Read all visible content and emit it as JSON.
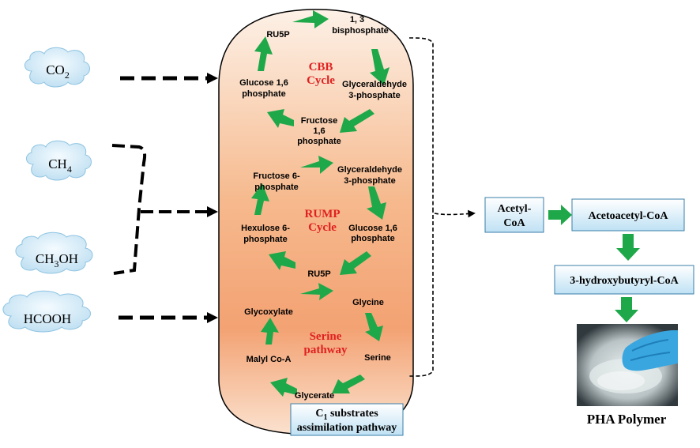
{
  "substrates": {
    "co2": {
      "main": "CO",
      "sub": "2"
    },
    "ch4": {
      "main": "CH",
      "sub": "4"
    },
    "ch3oh": {
      "pre": "CH",
      "sub": "3",
      "post": "OH"
    },
    "hcooh": "HCOOH"
  },
  "cbb": {
    "cycle_line1": "CBB",
    "cycle_line2": "Cycle",
    "ru5p": "RU5P",
    "bisphosphate_line1": "1, 3",
    "bisphosphate_line2": "bisphosphate",
    "g3p_line1": "Glyceraldehyde",
    "g3p_line2": "3-phosphate",
    "fructose16_line1": "Fructose",
    "fructose16_line2": "1,6",
    "fructose16_line3": "phosphate",
    "glucose16_line1": "Glucose 1,6",
    "glucose16_line2": "phosphate"
  },
  "rump": {
    "cycle_line1": "RUMP",
    "cycle_line2": "Cycle",
    "fructose6_line1": "Fructose 6-",
    "fructose6_line2": "phosphate",
    "g3p_line1": "Glyceraldehyde",
    "g3p_line2": "3-phosphate",
    "glucose16_line1": "Glucose 1,6",
    "glucose16_line2": "phosphate",
    "ru5p": "RU5P",
    "hexulose6_line1": "Hexulose 6-",
    "hexulose6_line2": "phosphate"
  },
  "serine": {
    "cycle_line1": "Serine",
    "cycle_line2": "pathway",
    "glycine": "Glycine",
    "serine": "Serine",
    "glycerate": "Glycerate",
    "malyl": "Malyl Co-A",
    "glycoxylate": "Glycoxylate"
  },
  "assimilation": {
    "line1_pre": "C",
    "line1_sub": "1",
    "line1_post": " substrates",
    "line2": "assimilation pathway"
  },
  "products": {
    "acetyl_line1": "Acetyl-",
    "acetyl_line2": "CoA",
    "acetoacetyl": "Acetoacetyl-CoA",
    "hydroxybutyryl": "3-hydroxybutyryl-CoA",
    "pha": "PHA Polymer"
  },
  "colors": {
    "arrow_green": "#1fa849",
    "cycle_red": "#e02020",
    "cloud_blue": "#cfe8f6",
    "box_blue": "#d6ecf8"
  }
}
